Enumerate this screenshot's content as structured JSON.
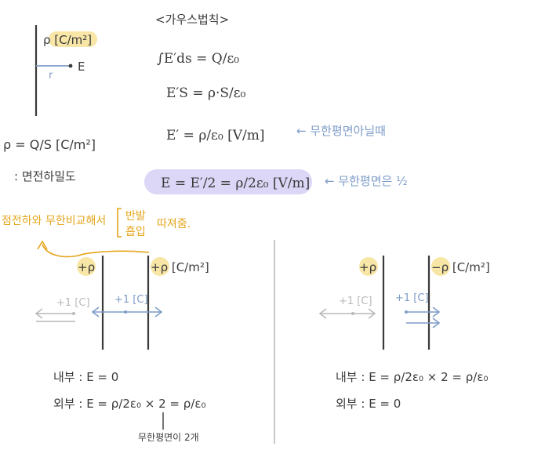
{
  "colors": {
    "ink": "#3a3a3a",
    "blue": "#7e9cc8",
    "gray": "#b9b9b9",
    "yellow": "#f2d45c",
    "highlight": "#f7e6a6",
    "purple": "#dcd6f7",
    "orange": "#e5a51b"
  },
  "top_left": {
    "rho_label": "ρ [C/m²]",
    "point_label": "E",
    "r_label": "r",
    "rho_def": "ρ = Q/S  [C/m²]",
    "note": ": 면전하밀도"
  },
  "gauss": {
    "title": "<가우스법칙>",
    "eq1": "∫E′ds  =  Q/ε₀",
    "eq2": "E′S  =  ρ·S/ε₀",
    "eq3": "E′ = ρ/ε₀  [V/m]",
    "eq3_note": "← 무한평면아닐때",
    "eq4": "E = E′/2 = ρ/2ε₀  [V/m]",
    "eq4_note": "← 무한평면은 ½"
  },
  "ref_note": {
    "text": "점전하와 무한비교해서",
    "options": [
      "반발",
      "흡입"
    ],
    "suffix": "따져줌."
  },
  "diagram_left": {
    "charge1": "+ρ",
    "charge2": "+ρ [C/m²]",
    "test_outside": "+1 [C]",
    "test_inside": "+1 [C]",
    "inner": "내부  :  E  =  0",
    "outer": "외부  :  E  =  ρ/2ε₀ × 2 = ρ/ε₀",
    "annotation": "무한평면이 2개"
  },
  "diagram_right": {
    "charge1": "+ρ",
    "charge2": "−ρ [C/m²]",
    "test_outside": "+1 [C]",
    "test_inside": "+1 [C]",
    "inner": "내부  :  E  =  ρ/2ε₀ × 2 = ρ/ε₀",
    "outer": "외부  :  E  =  0"
  }
}
